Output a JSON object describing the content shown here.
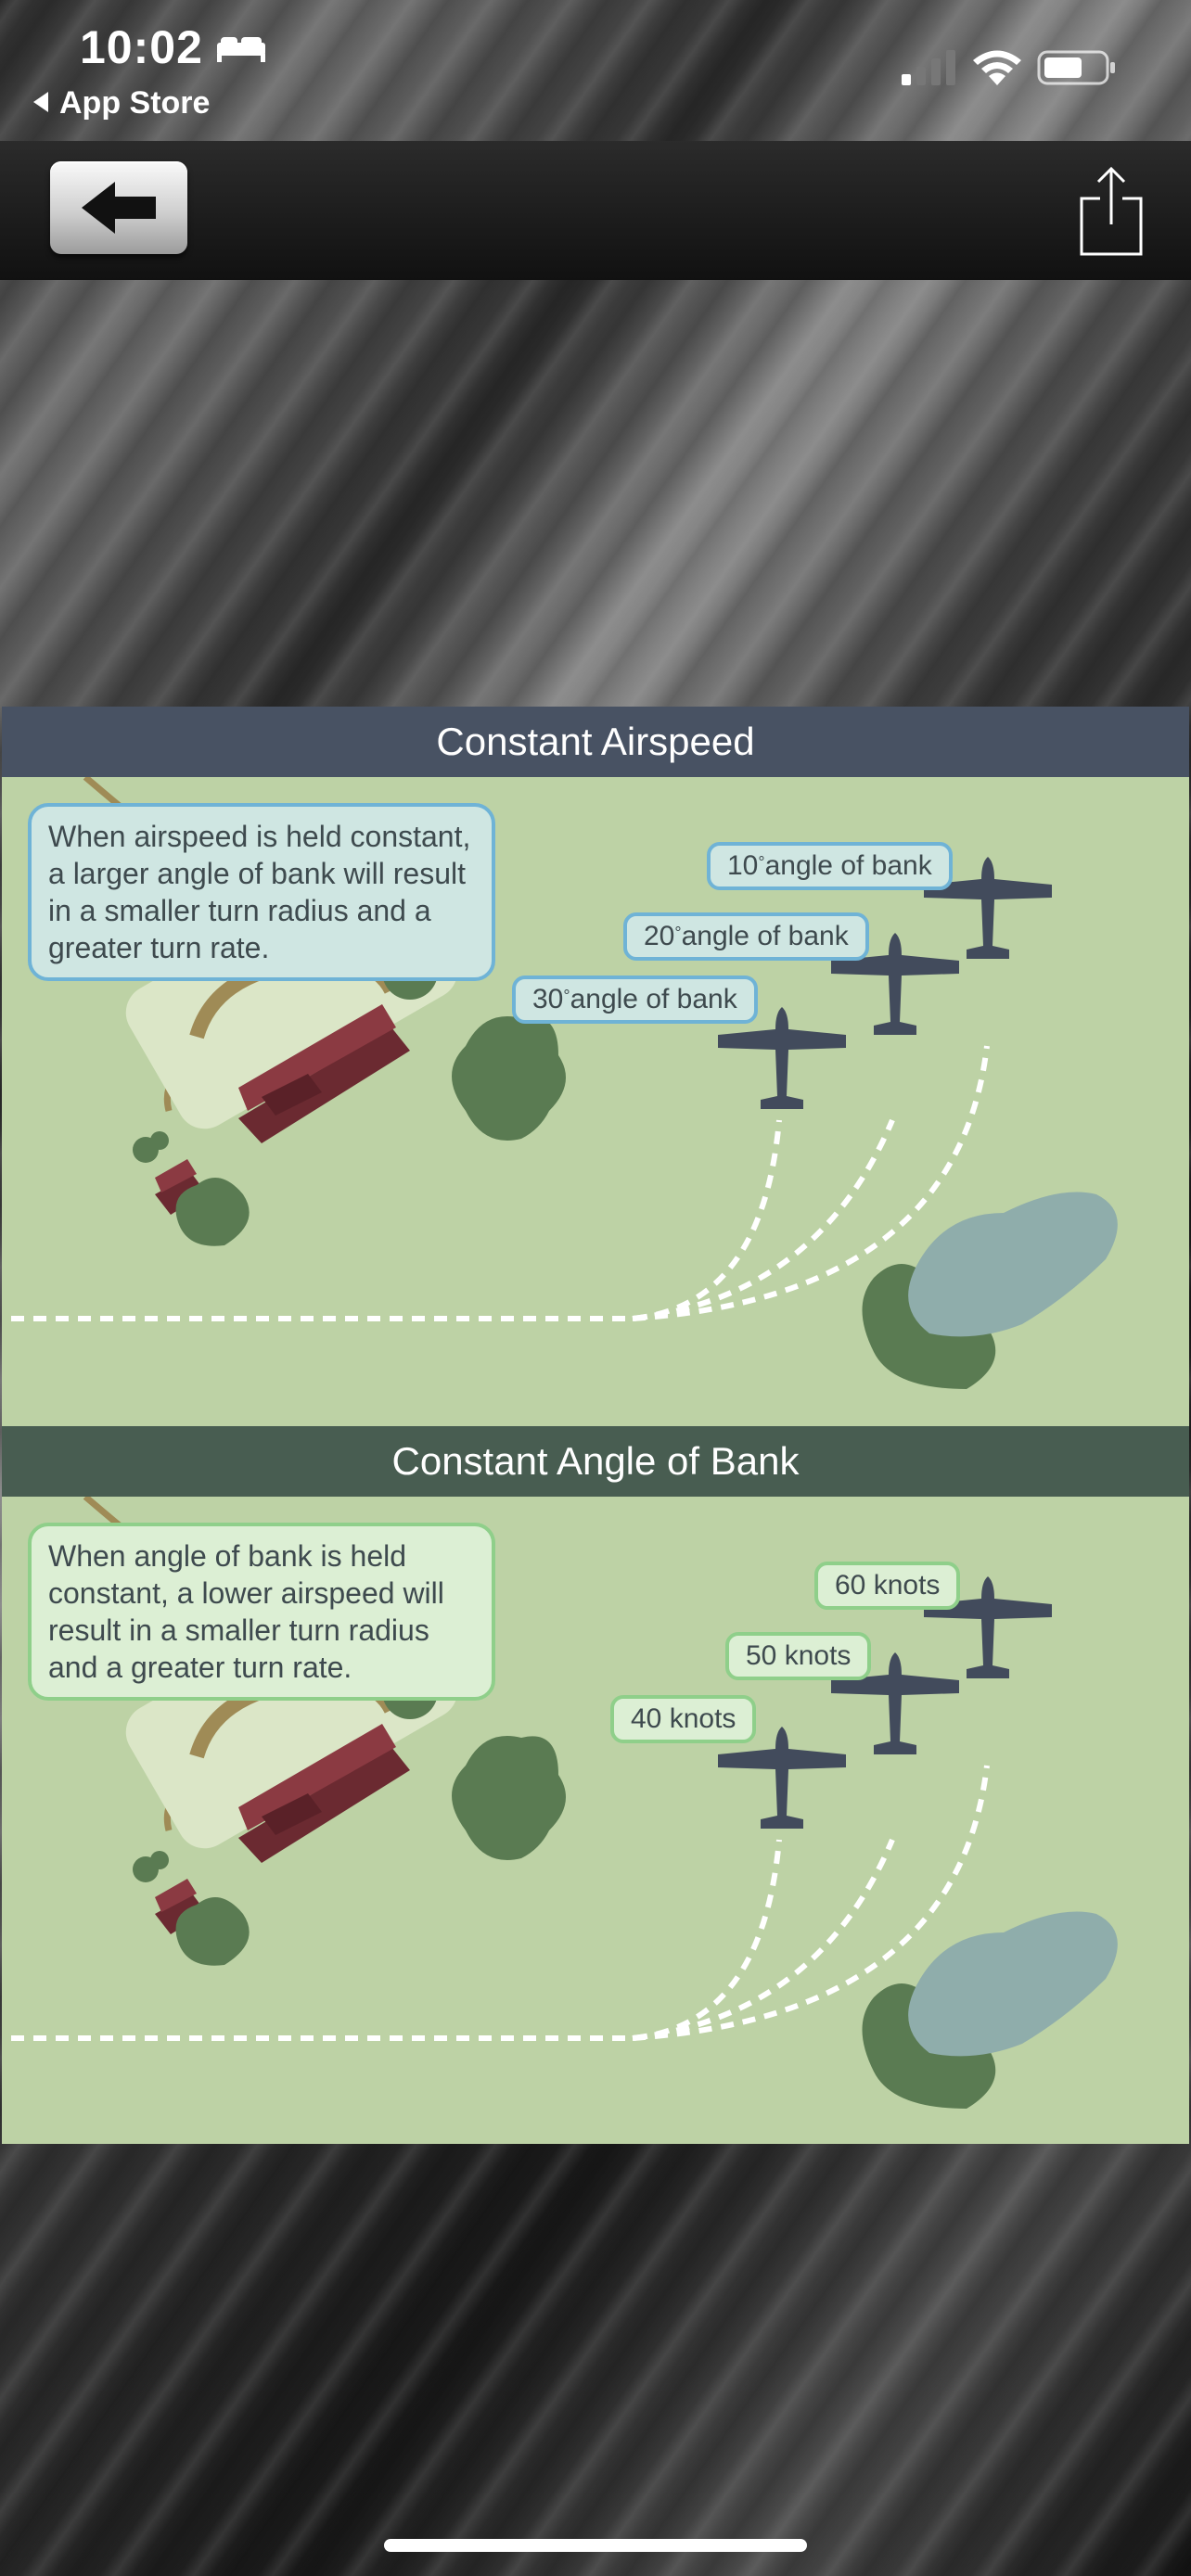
{
  "status_bar": {
    "time": "10:02",
    "back_app_label": "App Store",
    "icons": [
      "bed-icon",
      "cellular-signal-icon",
      "wifi-icon",
      "battery-icon"
    ]
  },
  "toolbar": {
    "back_icon": "left-arrow-icon",
    "share_icon": "share-icon"
  },
  "panels": [
    {
      "title": "Constant Airspeed",
      "header_color": "#485263",
      "callout_text": "When airspeed is held constant, a larger angle of bank will result in a smaller turn radius and a greater turn rate.",
      "callout_fill": "#cfe6e2",
      "callout_border": "#6fb3d6",
      "labels": [
        {
          "value": "10",
          "unit": "°",
          "text": "angle of bank"
        },
        {
          "value": "20",
          "unit": "°",
          "text": "angle of bank"
        },
        {
          "value": "30",
          "unit": "°",
          "text": "angle of bank"
        }
      ]
    },
    {
      "title": "Constant Angle of Bank",
      "header_color": "#485d51",
      "callout_text": "When angle of bank is held constant, a lower airspeed will result in a smaller turn radius and a greater turn rate.",
      "callout_fill": "#dcefd4",
      "callout_border": "#8fcf8a",
      "labels": [
        {
          "value": "60",
          "unit": "",
          "text": "knots"
        },
        {
          "value": "50",
          "unit": "",
          "text": "knots"
        },
        {
          "value": "40",
          "unit": "",
          "text": "knots"
        }
      ]
    }
  ]
}
